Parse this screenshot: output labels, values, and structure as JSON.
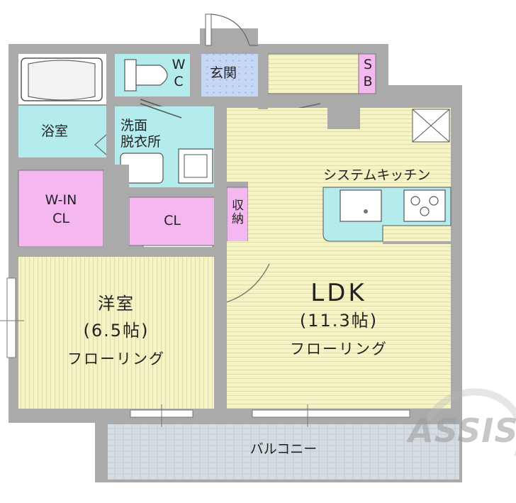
{
  "rooms": {
    "bathroom": "浴室",
    "wc": "W\nC",
    "entrance": "玄関",
    "shoebox": "S\nB",
    "washroom": "洗面\n脱衣所",
    "walk_in_closet": "W-IN\nCL",
    "closet": "CL",
    "storage": "収納",
    "kitchen": "システムキッチン",
    "western_room": {
      "name": "洋室",
      "size": "(6.5帖)",
      "floor": "フローリング"
    },
    "ldk": {
      "name": "LDK",
      "size": "(11.3帖)",
      "floor": "フローリング"
    },
    "balcony": "バルコニー"
  },
  "logo": "ASSIST",
  "colors": {
    "wall": "#a9a9a9",
    "floor_wood": "#f5f2c0",
    "wet_area": "#b3ecee",
    "closet": "#f4b7f0",
    "entrance": "#b9cdf2",
    "balcony": "#d3dbe0"
  }
}
